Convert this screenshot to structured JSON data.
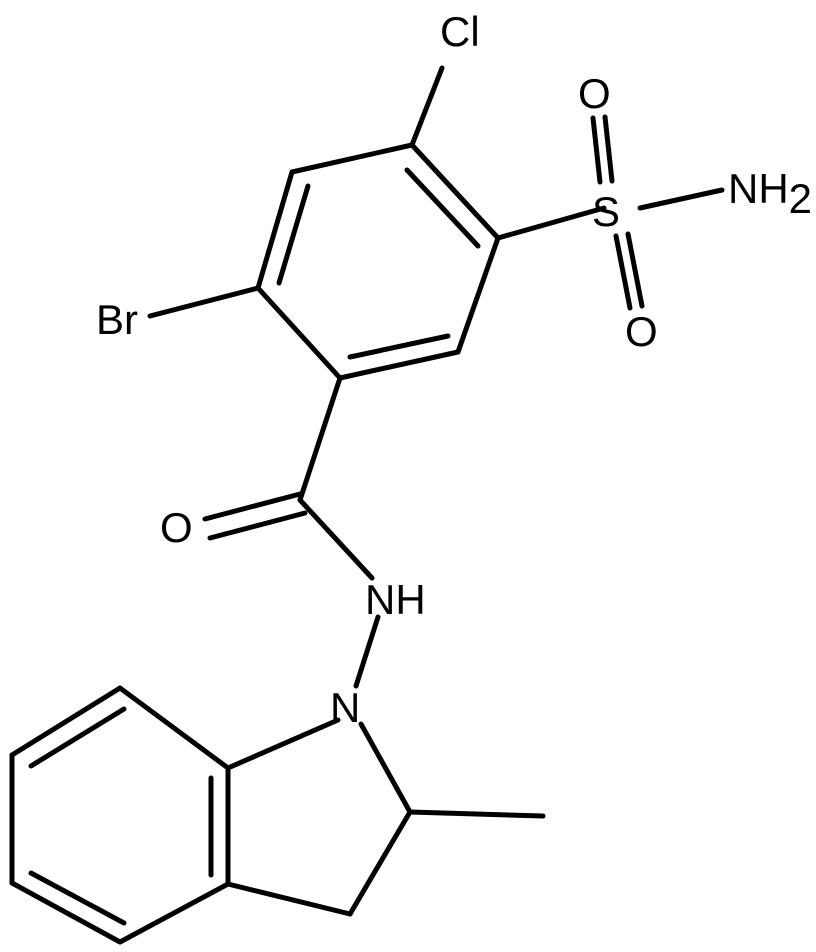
{
  "atom_labels": {
    "cl": "Cl",
    "br": "Br",
    "s": "S",
    "o_top": "O",
    "o_bottom": "O",
    "nh2_main": "NH",
    "nh2_sub": "2",
    "o_carbonyl": "O",
    "nh": "NH",
    "n_indoline": "N"
  }
}
